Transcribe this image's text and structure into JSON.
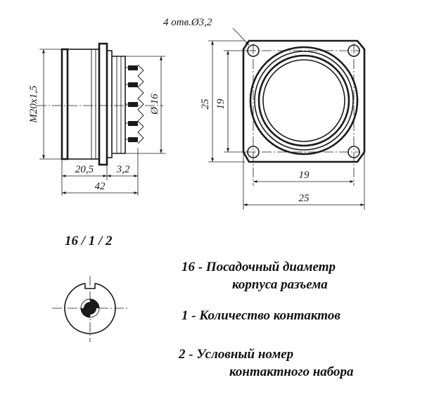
{
  "dimensions": {
    "holes": "4 отв.Ø3,2",
    "thread": "M20x1,5",
    "bore": "Ø 16",
    "len_body": "20,5",
    "len_flange": "3,2",
    "len_total": "42",
    "flange_side": "25",
    "hole_pitch": "19",
    "flange_side_bottom": "25",
    "hole_pitch_bottom": "19"
  },
  "code": "16 / 1 / 2",
  "legend": {
    "line1": "16  -  Посадочный диаметр",
    "line2": "корпуса разъема",
    "line3": "1  - Количество контактов",
    "line4": "2 - Условный номер",
    "line5": "контактного набора"
  }
}
